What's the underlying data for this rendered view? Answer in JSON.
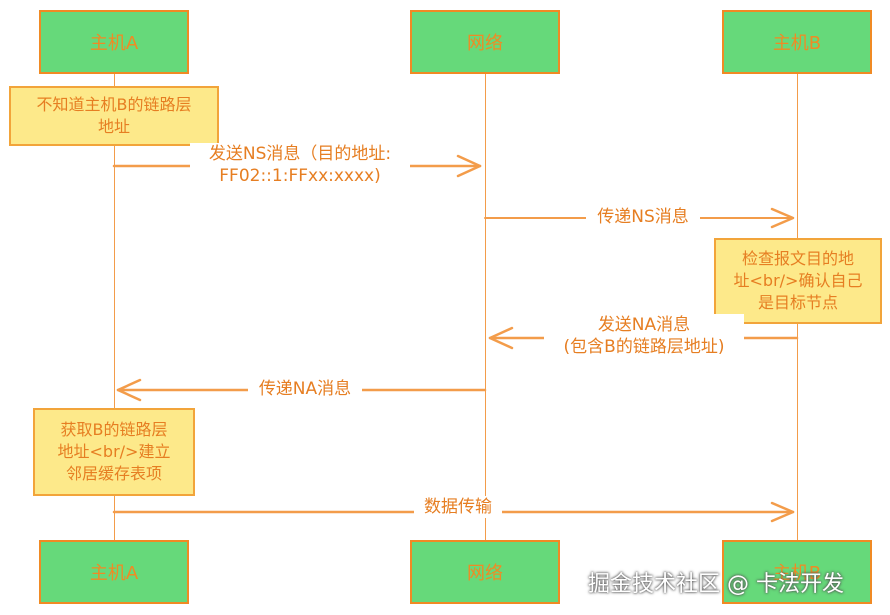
{
  "actors_top": [
    {
      "label": "主机A"
    },
    {
      "label": "网络"
    },
    {
      "label": "主机B"
    }
  ],
  "actors_bottom": [
    {
      "label": "主机A"
    },
    {
      "label": "网络"
    },
    {
      "label": "主机B"
    }
  ],
  "notes": {
    "hostA_1": [
      "不知道主机B的链路层",
      "地址"
    ],
    "hostB_1": [
      "检查报文目的地",
      "址<br/>确认自己",
      "是目标节点"
    ],
    "hostA_2": [
      "获取B的链路层",
      "地址<br/>建立",
      "邻居缓存表项"
    ]
  },
  "messages": {
    "m1": [
      "发送NS消息（目的地址:",
      "FF02::1:FFxx:xxxx)"
    ],
    "m2": [
      "传递NS消息"
    ],
    "m3": [
      "发送NA消息",
      "(包含B的链路层地址)"
    ],
    "m4": [
      "传递NA消息"
    ],
    "m5": [
      "数据传输"
    ]
  },
  "watermark": "掘金技术社区 @ 卡法开发",
  "colors": {
    "actor_fill": "#66d97a",
    "actor_border": "#f08a24",
    "note_fill": "#fde98a",
    "line": "#f39c4a",
    "text": "#e67e22"
  }
}
